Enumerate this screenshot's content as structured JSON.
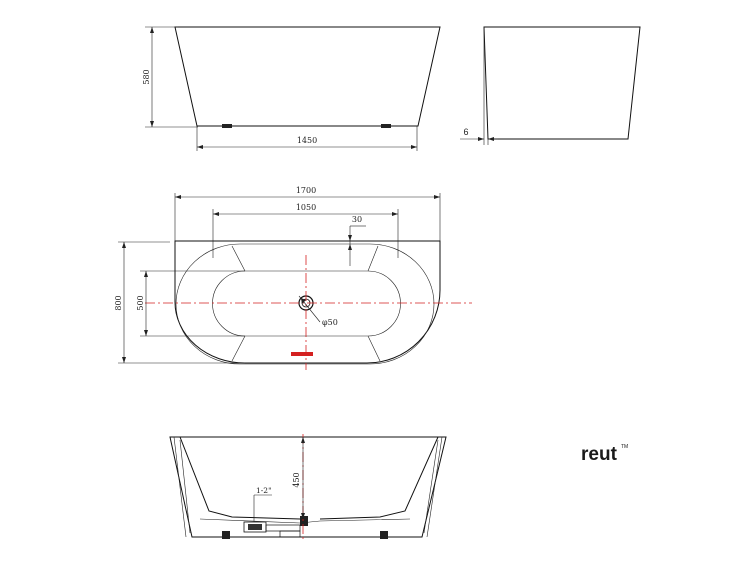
{
  "front_view": {
    "height_label": "580",
    "length_label": "1450"
  },
  "side_view": {
    "offset_label": "6"
  },
  "top_view": {
    "overall_length_label": "1700",
    "inner_length_label": "1050",
    "edge_offset_label": "30",
    "overall_width_label": "800",
    "inner_width_label": "500",
    "drain_diameter_label": "φ50"
  },
  "section_view": {
    "depth_label": "450",
    "drain_thread_label": "1-2\""
  },
  "brand": {
    "logo_text": "reut",
    "logo_sup": "TM"
  }
}
